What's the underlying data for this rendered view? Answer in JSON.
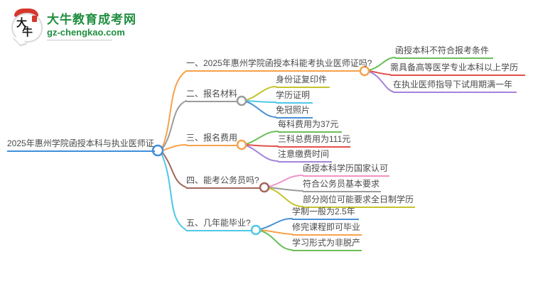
{
  "logo": {
    "icon_char1": "大",
    "icon_char2": "牛",
    "title": "大牛教育成考网",
    "url": "gz-chengkao.com",
    "brand_green": "#1e8e3e",
    "hat_red": "#d6372c"
  },
  "mindmap": {
    "root": {
      "label": "2025年惠州学院函授本科与执业医师证",
      "color": "#3e8ede"
    },
    "branches": [
      {
        "label": "一、2025年惠州学院函授本科能考执业医师证吗?",
        "color": "#f7a24b",
        "children": [
          {
            "label": "函授本科不符合报考条件",
            "color": "#6cbe59"
          },
          {
            "label": "需具备高等医学专业本科以上学历",
            "color": "#e2504c"
          },
          {
            "label": "在执业医师指导下试用期满一年",
            "color": "#a583db"
          }
        ]
      },
      {
        "label": "二、报名材料",
        "color": "#9b9b9b",
        "children": [
          {
            "label": "身份证复印件",
            "color": "#c4c42e"
          },
          {
            "label": "学历证明",
            "color": "#4fc8e8"
          },
          {
            "label": "免冠照片",
            "color": "#4a90d6"
          }
        ]
      },
      {
        "label": "三、报名费用",
        "color": "#f7a24b",
        "children": [
          {
            "label": "每科费用为37元",
            "color": "#6cbe59"
          },
          {
            "label": "三科总费用为111元",
            "color": "#e2504c"
          },
          {
            "label": "注意缴费时间",
            "color": "#a583db"
          }
        ]
      },
      {
        "label": "四、能考公务员吗?",
        "color": "#a2665c",
        "children": [
          {
            "label": "函授本科学历国家认可",
            "color": "#f193c5"
          },
          {
            "label": "符合公务员基本要求",
            "color": "#9b9b9b"
          },
          {
            "label": "部分岗位可能要求全日制学历",
            "color": "#c4c42e"
          }
        ]
      },
      {
        "label": "五、几年能毕业?",
        "color": "#4fc8e8",
        "children": [
          {
            "label": "学制一般为2.5年",
            "color": "#4a90d6"
          },
          {
            "label": "修完课程即可毕业",
            "color": "#f7a24b"
          },
          {
            "label": "学习形式为非脱产",
            "color": "#6cbe59"
          }
        ]
      }
    ]
  }
}
